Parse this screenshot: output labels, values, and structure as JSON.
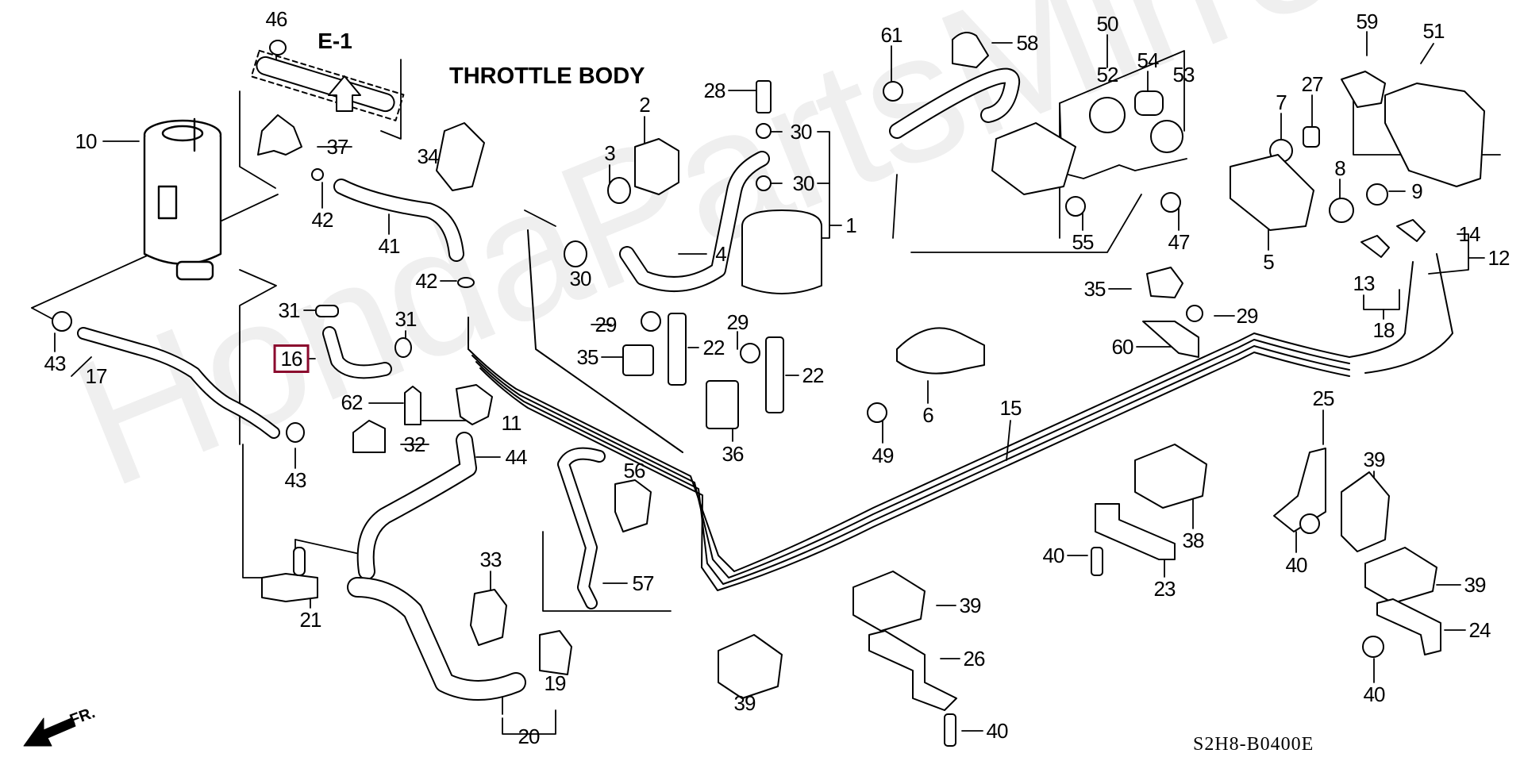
{
  "diagram": {
    "watermark": "HondaPartsMirror",
    "reference_code": "S2H8-B0400E",
    "direction_label": "FR.",
    "section_ref": "E-1",
    "callout": "THROTTLE BODY",
    "highlighted_part": "16",
    "highlight_color": "#8b0a2e",
    "part_labels": [
      {
        "id": "p46",
        "text": "46"
      },
      {
        "id": "p10",
        "text": "10"
      },
      {
        "id": "p37",
        "text": "37"
      },
      {
        "id": "p34",
        "text": "34"
      },
      {
        "id": "p42a",
        "text": "42"
      },
      {
        "id": "p41",
        "text": "41"
      },
      {
        "id": "p42b",
        "text": "42"
      },
      {
        "id": "p31a",
        "text": "31"
      },
      {
        "id": "p31b",
        "text": "31"
      },
      {
        "id": "p16",
        "text": "16"
      },
      {
        "id": "p43a",
        "text": "43"
      },
      {
        "id": "p17",
        "text": "17"
      },
      {
        "id": "p62",
        "text": "62"
      },
      {
        "id": "p11",
        "text": "11"
      },
      {
        "id": "p32",
        "text": "32"
      },
      {
        "id": "p43b",
        "text": "43"
      },
      {
        "id": "p44",
        "text": "44"
      },
      {
        "id": "p21",
        "text": "21"
      },
      {
        "id": "p33",
        "text": "33"
      },
      {
        "id": "p19",
        "text": "19"
      },
      {
        "id": "p20",
        "text": "20"
      },
      {
        "id": "p56",
        "text": "56"
      },
      {
        "id": "p57",
        "text": "57"
      },
      {
        "id": "p28",
        "text": "28"
      },
      {
        "id": "p2",
        "text": "2"
      },
      {
        "id": "p3",
        "text": "3"
      },
      {
        "id": "p30a",
        "text": "30"
      },
      {
        "id": "p30b",
        "text": "30"
      },
      {
        "id": "p1",
        "text": "1"
      },
      {
        "id": "p4",
        "text": "4"
      },
      {
        "id": "p30c",
        "text": "30"
      },
      {
        "id": "p29a",
        "text": "29"
      },
      {
        "id": "p29b",
        "text": "29"
      },
      {
        "id": "p35a",
        "text": "35"
      },
      {
        "id": "p22a",
        "text": "22"
      },
      {
        "id": "p22b",
        "text": "22"
      },
      {
        "id": "p36",
        "text": "36"
      },
      {
        "id": "p49",
        "text": "49"
      },
      {
        "id": "p6",
        "text": "6"
      },
      {
        "id": "p15",
        "text": "15"
      },
      {
        "id": "p61",
        "text": "61"
      },
      {
        "id": "p58",
        "text": "58"
      },
      {
        "id": "p50",
        "text": "50"
      },
      {
        "id": "p52",
        "text": "52"
      },
      {
        "id": "p54",
        "text": "54"
      },
      {
        "id": "p53",
        "text": "53"
      },
      {
        "id": "p55",
        "text": "55"
      },
      {
        "id": "p47",
        "text": "47"
      },
      {
        "id": "p59",
        "text": "59"
      },
      {
        "id": "p51",
        "text": "51"
      },
      {
        "id": "p27",
        "text": "27"
      },
      {
        "id": "p7",
        "text": "7"
      },
      {
        "id": "p8",
        "text": "8"
      },
      {
        "id": "p9",
        "text": "9"
      },
      {
        "id": "p5",
        "text": "5"
      },
      {
        "id": "p14",
        "text": "14"
      },
      {
        "id": "p12",
        "text": "12"
      },
      {
        "id": "p13",
        "text": "13"
      },
      {
        "id": "p18",
        "text": "18"
      },
      {
        "id": "p35b",
        "text": "35"
      },
      {
        "id": "p29c",
        "text": "29"
      },
      {
        "id": "p60",
        "text": "60"
      },
      {
        "id": "p25",
        "text": "25"
      },
      {
        "id": "p39a",
        "text": "39"
      },
      {
        "id": "p38",
        "text": "38"
      },
      {
        "id": "p40a",
        "text": "40"
      },
      {
        "id": "p23",
        "text": "23"
      },
      {
        "id": "p40b",
        "text": "40"
      },
      {
        "id": "p39b",
        "text": "39"
      },
      {
        "id": "p24",
        "text": "24"
      },
      {
        "id": "p40c",
        "text": "40"
      },
      {
        "id": "p39c",
        "text": "39"
      },
      {
        "id": "p26",
        "text": "26"
      },
      {
        "id": "p39d",
        "text": "39"
      },
      {
        "id": "p40d",
        "text": "40"
      }
    ]
  }
}
